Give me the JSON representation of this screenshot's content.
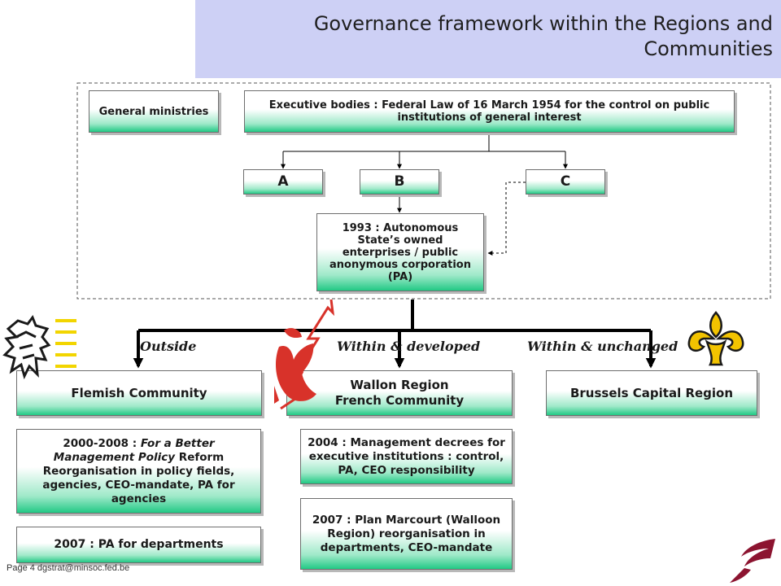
{
  "header": {
    "title_line1": "Governance framework within the Regions and",
    "title_line2": "Communities"
  },
  "boxes": {
    "general_ministries": "General ministries",
    "executive_bodies": "Executive bodies : Federal Law of 16 March 1954 for the control on public institutions of general interest",
    "a": "A",
    "b": "B",
    "c": "C",
    "autonomous": "1993 : Autonomous State’s owned enterprises / public anonymous corporation (PA)",
    "flemish": "Flemish Community",
    "wallon_line1": "Wallon Region",
    "wallon_line2": "French Community",
    "brussels": "Brussels Capital Region",
    "flemish_reform_prefix": "2000-2008 : ",
    "flemish_reform_italic": "For a Better Management Policy",
    "flemish_reform_suffix": " Reform Reorganisation in policy fields, agencies, CEO-mandate, PA for agencies",
    "flemish_pa": "2007 : PA for departments",
    "wallon_2004": "2004 : Management decrees for executive institutions : control, PA, CEO responsibility",
    "wallon_2007": "2007 : Plan Marcourt (Walloon Region) reorganisation in departments, CEO-mandate"
  },
  "labels": {
    "outside": "Outside",
    "within_developed": "Within & developed",
    "within_unchanged": "Within & unchanged"
  },
  "footer": "Page 4 dgstrat@minsoc.fed.be",
  "colors": {
    "header_bg": "#cdd0f5",
    "box_gradient_end": "#22c985",
    "wallon_red": "#d8322a",
    "brussels_yellow": "#f2c300",
    "flemish_yellow": "#f2d500",
    "logo_maroon": "#8c1430"
  },
  "icons": [
    "flemish-lion-logo",
    "walloon-rooster-logo",
    "brussels-iris-logo",
    "federal-swoosh-logo"
  ]
}
